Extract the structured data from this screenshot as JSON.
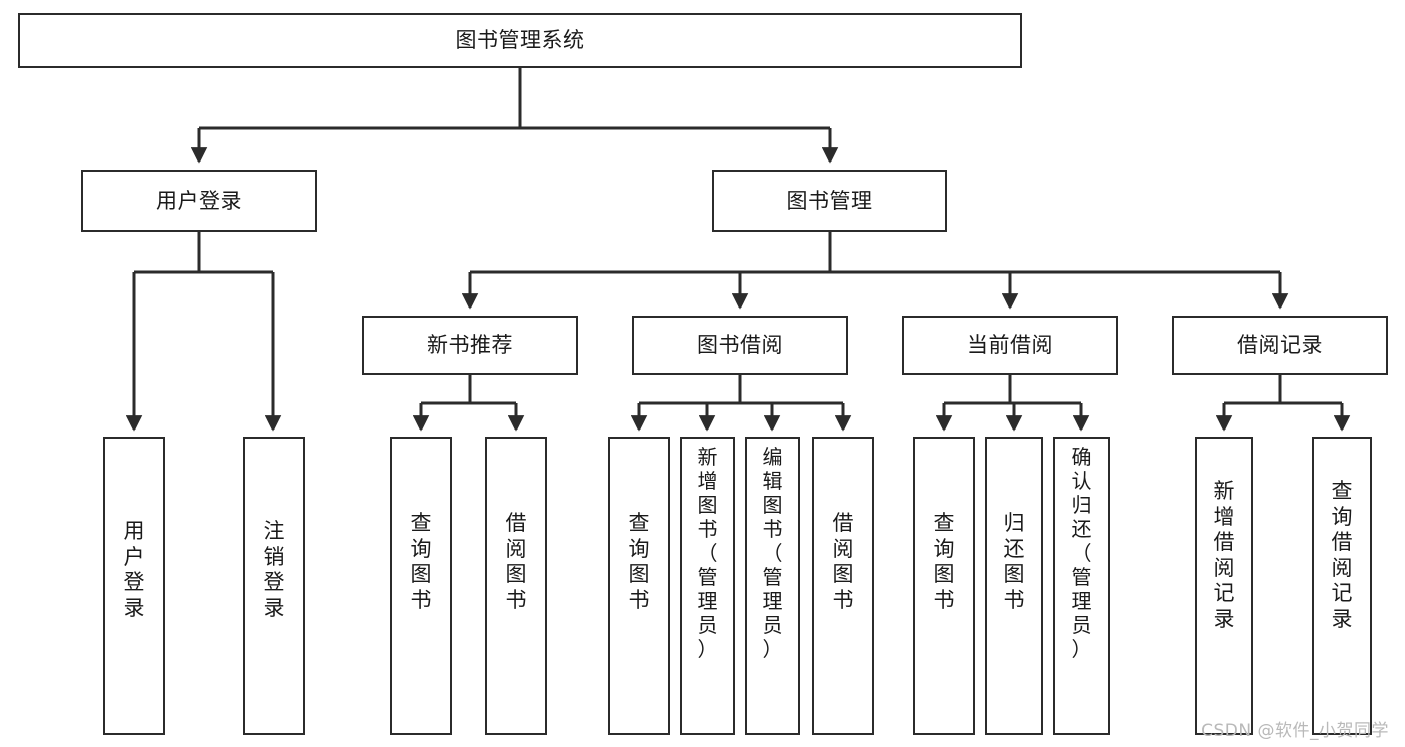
{
  "diagram": {
    "title": "图书管理系统",
    "type": "tree",
    "stroke_color": "#2b2b2b",
    "fill_color": "#ffffff",
    "text_color": "#1a1a1a"
  },
  "nodes": {
    "root": {
      "label": "图书管理系统"
    },
    "level2": [
      {
        "id": "user-login",
        "label": "用户登录"
      },
      {
        "id": "book-manage",
        "label": "图书管理"
      }
    ],
    "level3": [
      {
        "id": "new-book-recommend",
        "label": "新书推荐"
      },
      {
        "id": "book-borrow",
        "label": "图书借阅"
      },
      {
        "id": "current-borrow",
        "label": "当前借阅"
      },
      {
        "id": "borrow-record",
        "label": "借阅记录"
      }
    ],
    "leaves": {
      "user_login": [
        {
          "id": "leaf-user-login",
          "label": "用\n户\n登\n录"
        },
        {
          "id": "leaf-logout",
          "label": "注\n销\n登\n录"
        }
      ],
      "new_book_recommend": [
        {
          "id": "leaf-query-book-1",
          "label": "查\n询\n图\n书"
        },
        {
          "id": "leaf-borrow-book-1",
          "label": "借\n阅\n图\n书"
        }
      ],
      "book_borrow": [
        {
          "id": "leaf-query-book-2",
          "label": "查\n询\n图\n书"
        },
        {
          "id": "leaf-add-book",
          "label": "新\n增\n图\n书\n（\n管\n理\n员\n）"
        },
        {
          "id": "leaf-edit-book",
          "label": "编\n辑\n图\n书\n（\n管\n理\n员\n）"
        },
        {
          "id": "leaf-borrow-book-2",
          "label": "借\n阅\n图\n书"
        }
      ],
      "current_borrow": [
        {
          "id": "leaf-query-book-3",
          "label": "查\n询\n图\n书"
        },
        {
          "id": "leaf-return-book",
          "label": "归\n还\n图\n书"
        },
        {
          "id": "leaf-confirm-return",
          "label": "确\n认\n归\n还\n（\n管\n理\n员\n）"
        }
      ],
      "borrow_record": [
        {
          "id": "leaf-add-borrow-record",
          "label": "新\n增\n借\n阅\n记\n录"
        },
        {
          "id": "leaf-query-borrow-record",
          "label": "查\n询\n借\n阅\n记\n录"
        }
      ]
    }
  },
  "watermark": {
    "text": "CSDN @软件_小贺同学"
  }
}
